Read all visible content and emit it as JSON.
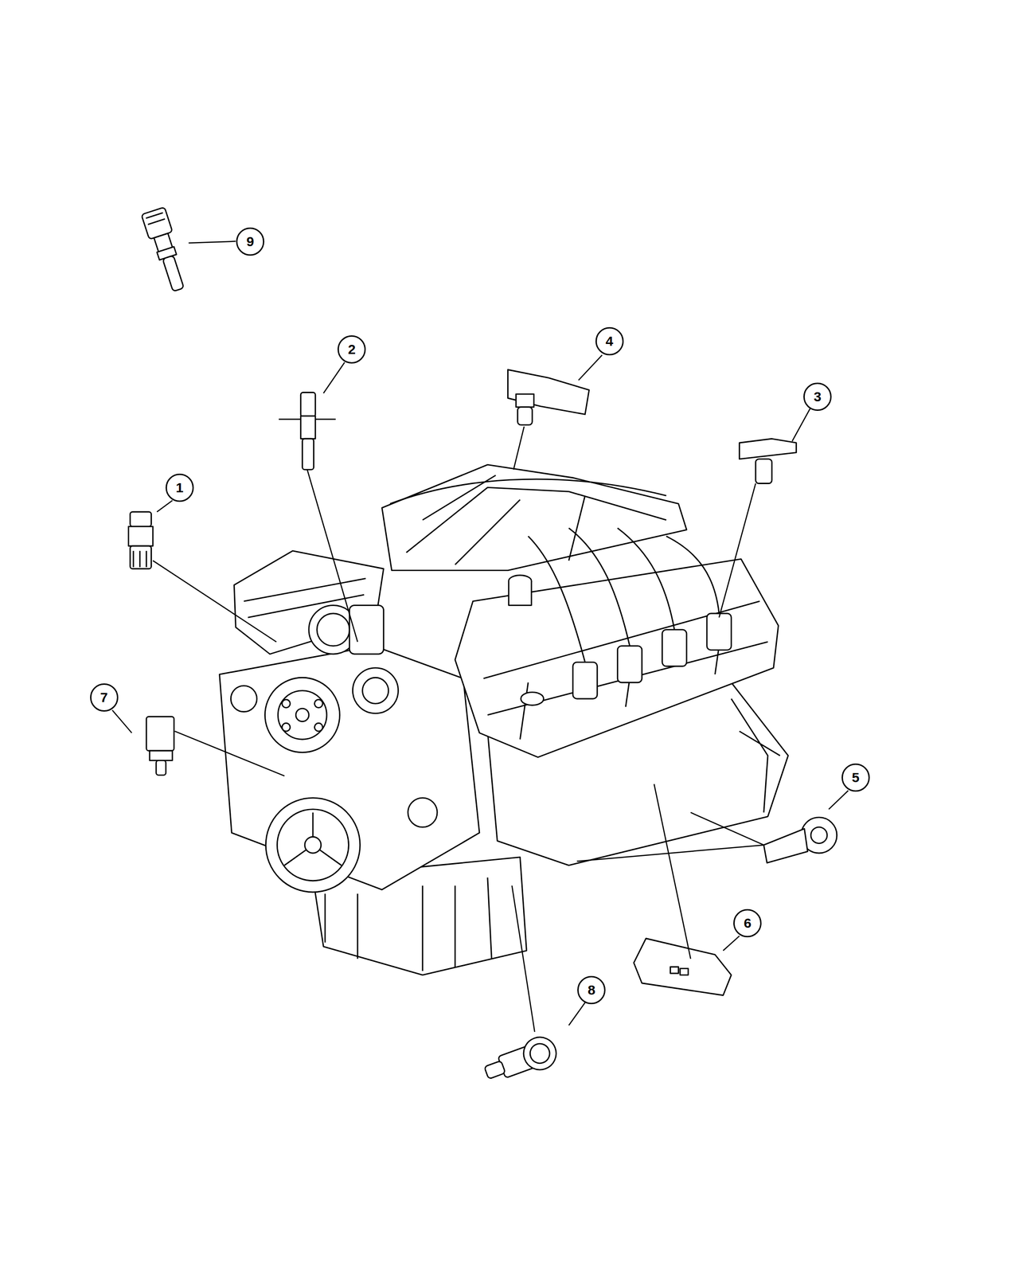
{
  "diagram": {
    "nodes": [
      {
        "text": [
          "9"
        ]
      },
      {
        "text": [
          "2"
        ]
      },
      {
        "text": [
          "4"
        ]
      },
      {
        "text": [
          "3"
        ]
      },
      {
        "text": [
          "1"
        ]
      },
      {
        "text": [
          "7"
        ]
      },
      {
        "text": [
          "5"
        ]
      },
      {
        "text": [
          "6"
        ]
      },
      {
        "text": [
          "8"
        ]
      }
    ]
  }
}
